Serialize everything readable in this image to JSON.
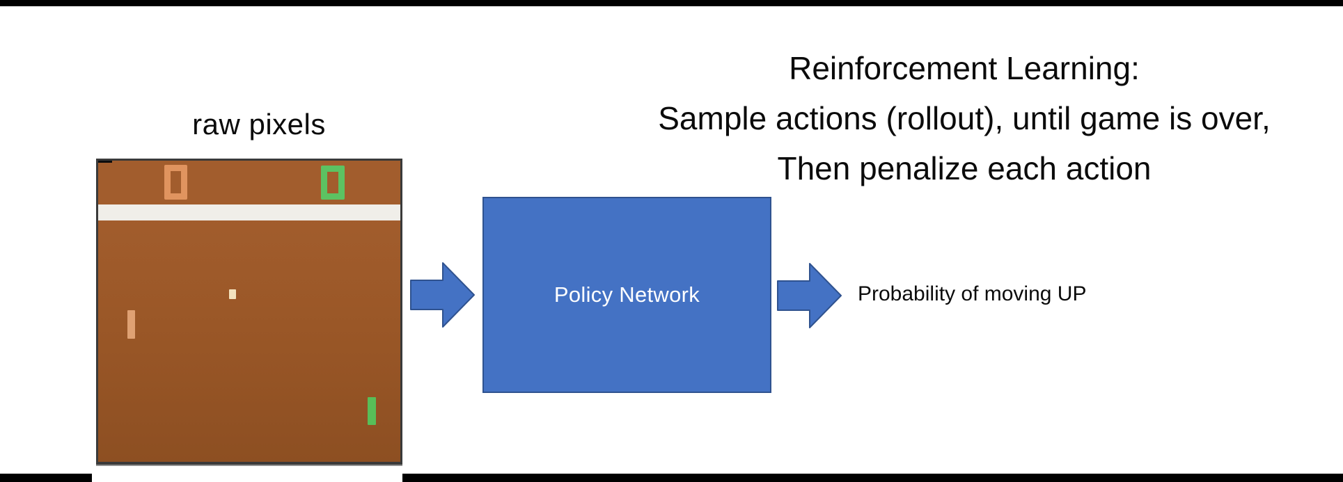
{
  "colors": {
    "page_background": "#FFFFFF",
    "frame_bar": "#000000"
  },
  "title": {
    "lines": [
      "Reinforcement Learning:",
      "Sample actions (rollout), until game is over,",
      "Then penalize each action"
    ],
    "color": "#0B0B0B"
  },
  "pong": {
    "caption": "raw pixels",
    "field_color_top": "#A25D2D",
    "field_color_bottom": "#8D4F22",
    "border_color": "#3A3A3A",
    "wall_color": "#F0EEE9",
    "ball_color": "#F4E3BE",
    "left_score": {
      "value": "0",
      "color": "#E0945F"
    },
    "right_score": {
      "value": "0",
      "color": "#5CC262"
    },
    "left_paddle_color": "#DFA173",
    "right_paddle_color": "#58BE58"
  },
  "policy_box": {
    "label": "Policy Network",
    "fill": "#4472C4",
    "border_color": "#2F528F",
    "text_color": "#FFFFFF"
  },
  "arrow": {
    "fill": "#4472C4",
    "border_color": "#2F528F"
  },
  "output_label": "Probability of moving UP"
}
